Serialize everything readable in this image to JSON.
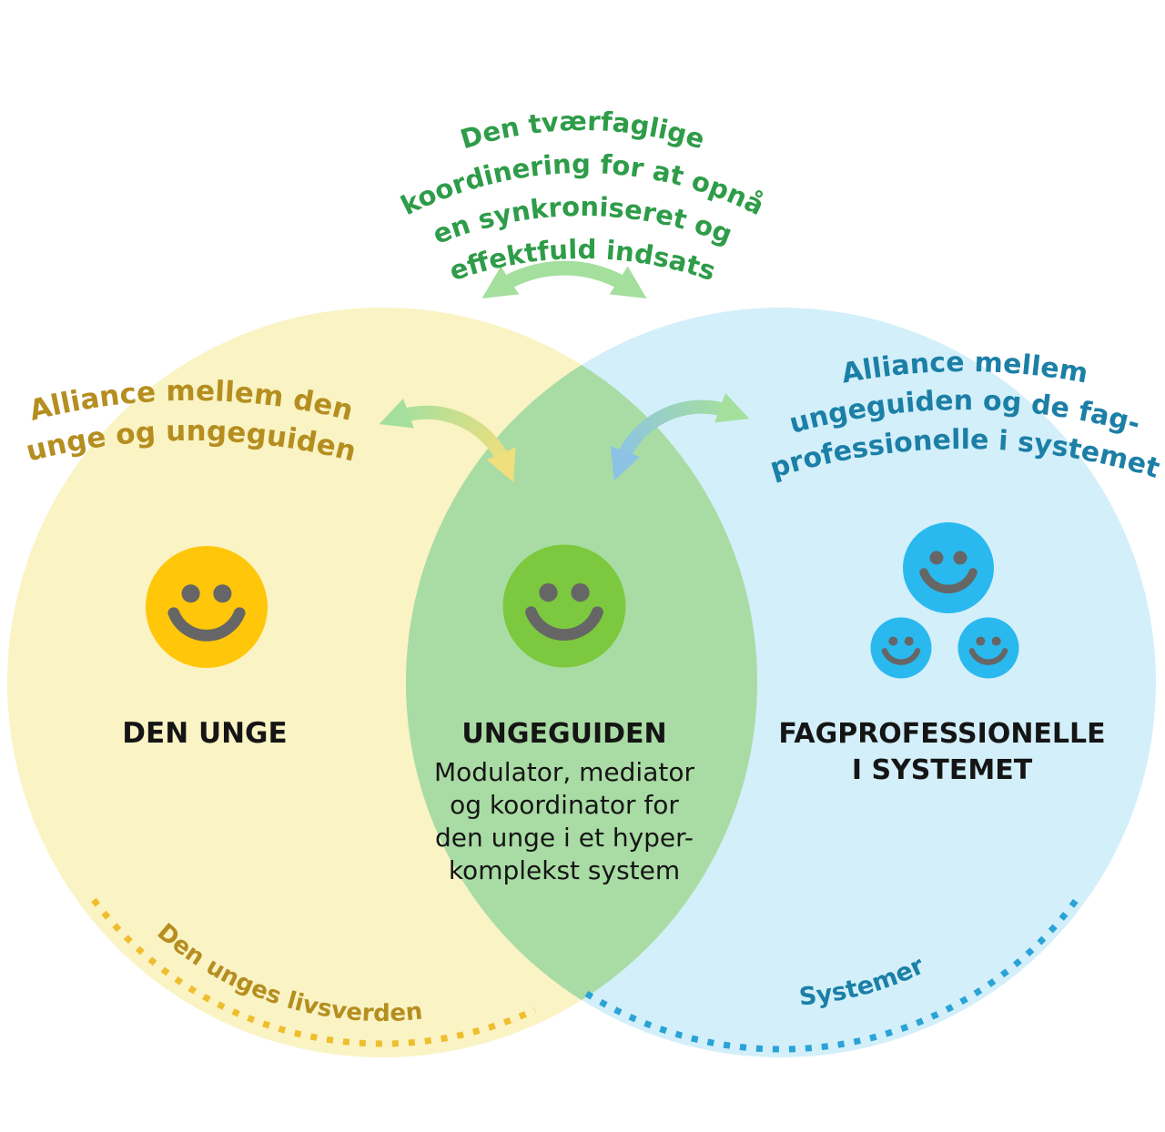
{
  "figure": {
    "type": "venn-diagram",
    "top_caption_lines": [
      "Den tværfaglige",
      "koordinering for at opnå",
      "en synkroniseret og",
      "effektfuld indsats"
    ],
    "left_alliance_lines": [
      "Alliance mellem den",
      "unge og ungeguiden"
    ],
    "right_alliance_lines": [
      "Alliance mellem",
      "ungeguiden og de fag-",
      "professionelle i systemet"
    ],
    "left_circle": {
      "title": "DEN UNGE",
      "arc_label": "Den unges livsverden",
      "icon": "smiley-face-icon"
    },
    "overlap": {
      "title": "UNGEGUIDEN",
      "subtitle_lines": [
        "Modulator, mediator",
        "og koordinator for",
        "den unge i et hyper-",
        "komplekst system"
      ],
      "icon": "smiley-face-icon"
    },
    "right_circle": {
      "title_lines": [
        "FAGPROFESSIONELLE",
        "I SYSTEMET"
      ],
      "arc_label": "Systemer",
      "icons": [
        "smiley-face-icon",
        "smiley-face-icon",
        "smiley-face-icon"
      ]
    }
  },
  "colors": {
    "circle_yellow": "#FAF3C4",
    "circle_blue": "#D3EFFA",
    "overlap_green": "#A9DCA4",
    "caption_green": "#2E9C48",
    "caption_gold": "#B58E20",
    "caption_teal": "#1B7FA6",
    "label_dark": "#151515",
    "smiley_yellow": "#FFC60A",
    "smiley_green": "#7CC83E",
    "smiley_blue": "#29B9EF",
    "smiley_features": "#666666",
    "arrow_green": "#A5DF9E",
    "arrow_yellow": "#EFDF7D",
    "arrow_blue": "#8CC3E5",
    "dots_gold": "#EFBE2D",
    "dots_blue": "#2AA3D6"
  }
}
